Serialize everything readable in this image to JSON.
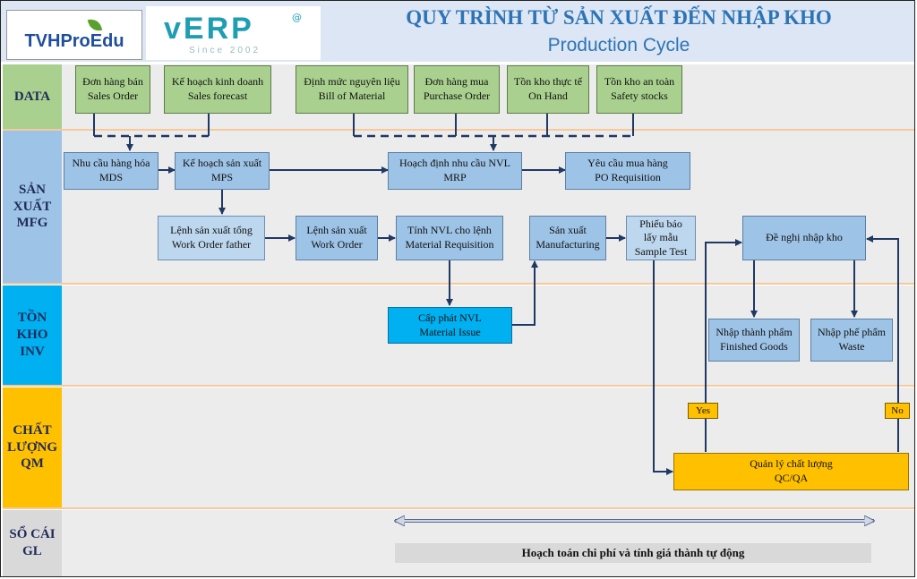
{
  "header": {
    "logo1_text": "TVHProEdu",
    "logo2_text": "vERP",
    "logo2_tagline": "Since 2002",
    "title_vi": "QUY TRÌNH TỪ SẢN XUẤT ĐẾN NHẬP KHO",
    "title_en": "Production Cycle"
  },
  "lanes": {
    "data": "DATA",
    "mfg": "SẢN\nXUẤT\nMFG",
    "inv": "TỒN\nKHO\nINV",
    "qm": "CHẤT\nLƯỢNG\nQM",
    "gl": "SỔ CÁI\nGL"
  },
  "nodes": {
    "sales_order": "Đơn hàng bán\nSales Order",
    "sales_forecast": "Kế hoạch kinh doanh\nSales forecast",
    "bom": "Định mức nguyên liệu\nBill of Material",
    "purchase_order": "Đơn hàng mua\nPurchase Order",
    "on_hand": "Tồn kho thực tế\nOn Hand",
    "safety_stocks": "Tồn kho an toàn\nSafety stocks",
    "mds": "Nhu cầu hàng hóa\nMDS",
    "mps": "Kế hoạch sản xuất\nMPS",
    "mrp": "Hoạch định nhu cầu NVL\nMRP",
    "po_requisition": "Yêu cầu mua hàng\nPO Requisition",
    "wo_father": "Lệnh sản xuất tổng\nWork Order father",
    "work_order": "Lệnh sản xuất\nWork Order",
    "material_requisition": "Tính NVL cho lệnh\nMaterial Requisition",
    "manufacturing": "Sản xuất\nManufacturing",
    "sample_test": "Phiếu báo\nlấy mẫu\nSample Test",
    "warehouse_request": "Đề nghị nhập kho",
    "material_issue": "Cấp phát NVL\nMaterial Issue",
    "finished_goods": "Nhập thành phẩm\nFinished Goods",
    "waste": "Nhập phế phẩm\nWaste",
    "qcqa": "Quản lý chất lượng\nQC/QA",
    "yes": "Yes",
    "no": "No"
  },
  "gl_text": "Hoạch toán chi phí và tính giá thành tự động",
  "colors": {
    "data_box": "#a9d08e",
    "process_box": "#9dc3e6",
    "light_box": "#bdd7ee",
    "inventory_box": "#00b0f0",
    "quality_box": "#ffc000",
    "lane_data": "#a9d08e",
    "lane_mfg": "#9dc3e6",
    "lane_inv": "#00b0f0",
    "lane_qm": "#ffc000",
    "lane_gl": "#d9d9d9",
    "title": "#2e74b5"
  }
}
